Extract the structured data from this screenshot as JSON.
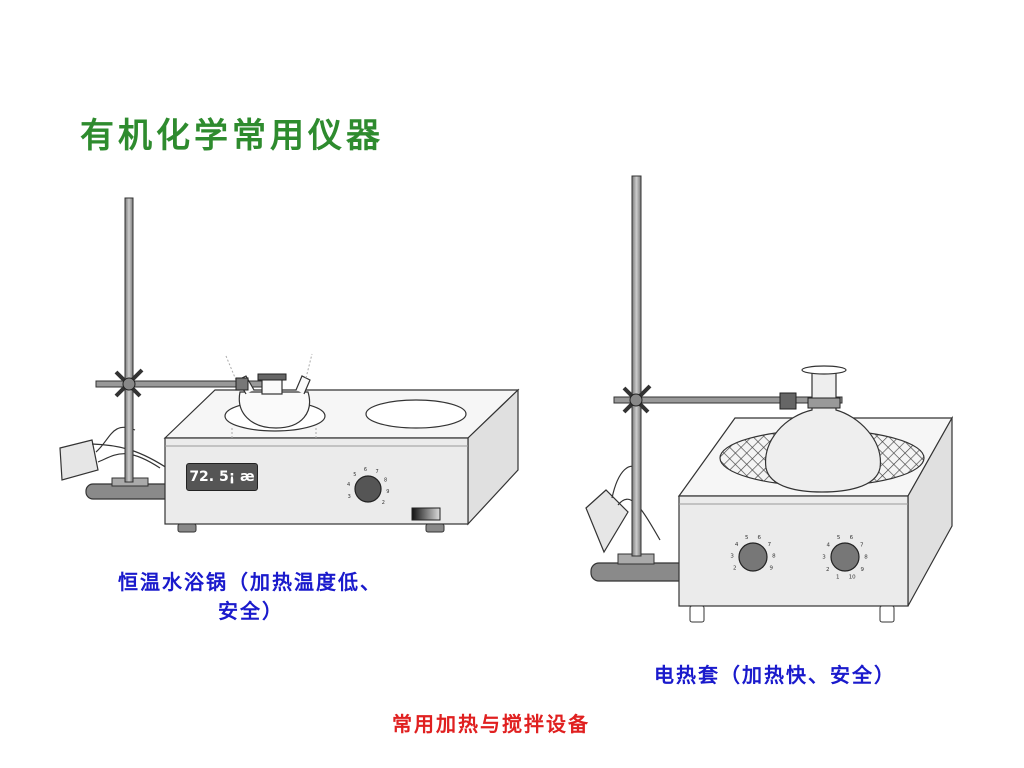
{
  "slide": {
    "title": "有机化学常用仪器",
    "water_bath_caption_line1": "恒温水浴锅（加热温度低、",
    "water_bath_caption_line2": "安全）",
    "heating_mantle_caption": "电热套（加热快、安全）",
    "bottom_caption": "常用加热与搅拌设备"
  },
  "water_bath": {
    "display_value": "72. 5¡ æ",
    "dial_numbers": [
      "3",
      "4",
      "5",
      "6",
      "7",
      "8",
      "9",
      "2"
    ]
  },
  "heating_mantle": {
    "left_dial_numbers": [
      "2",
      "3",
      "4",
      "5",
      "6",
      "7",
      "8",
      "9"
    ],
    "right_dial_numbers": [
      "1",
      "2",
      "3",
      "4",
      "5",
      "6",
      "7",
      "8",
      "9",
      "10"
    ]
  },
  "colors": {
    "title": "#2e8b2e",
    "caption_blue": "#1a1acc",
    "caption_red": "#e02020",
    "device_body": "#ebebeb",
    "outline": "#333333"
  }
}
